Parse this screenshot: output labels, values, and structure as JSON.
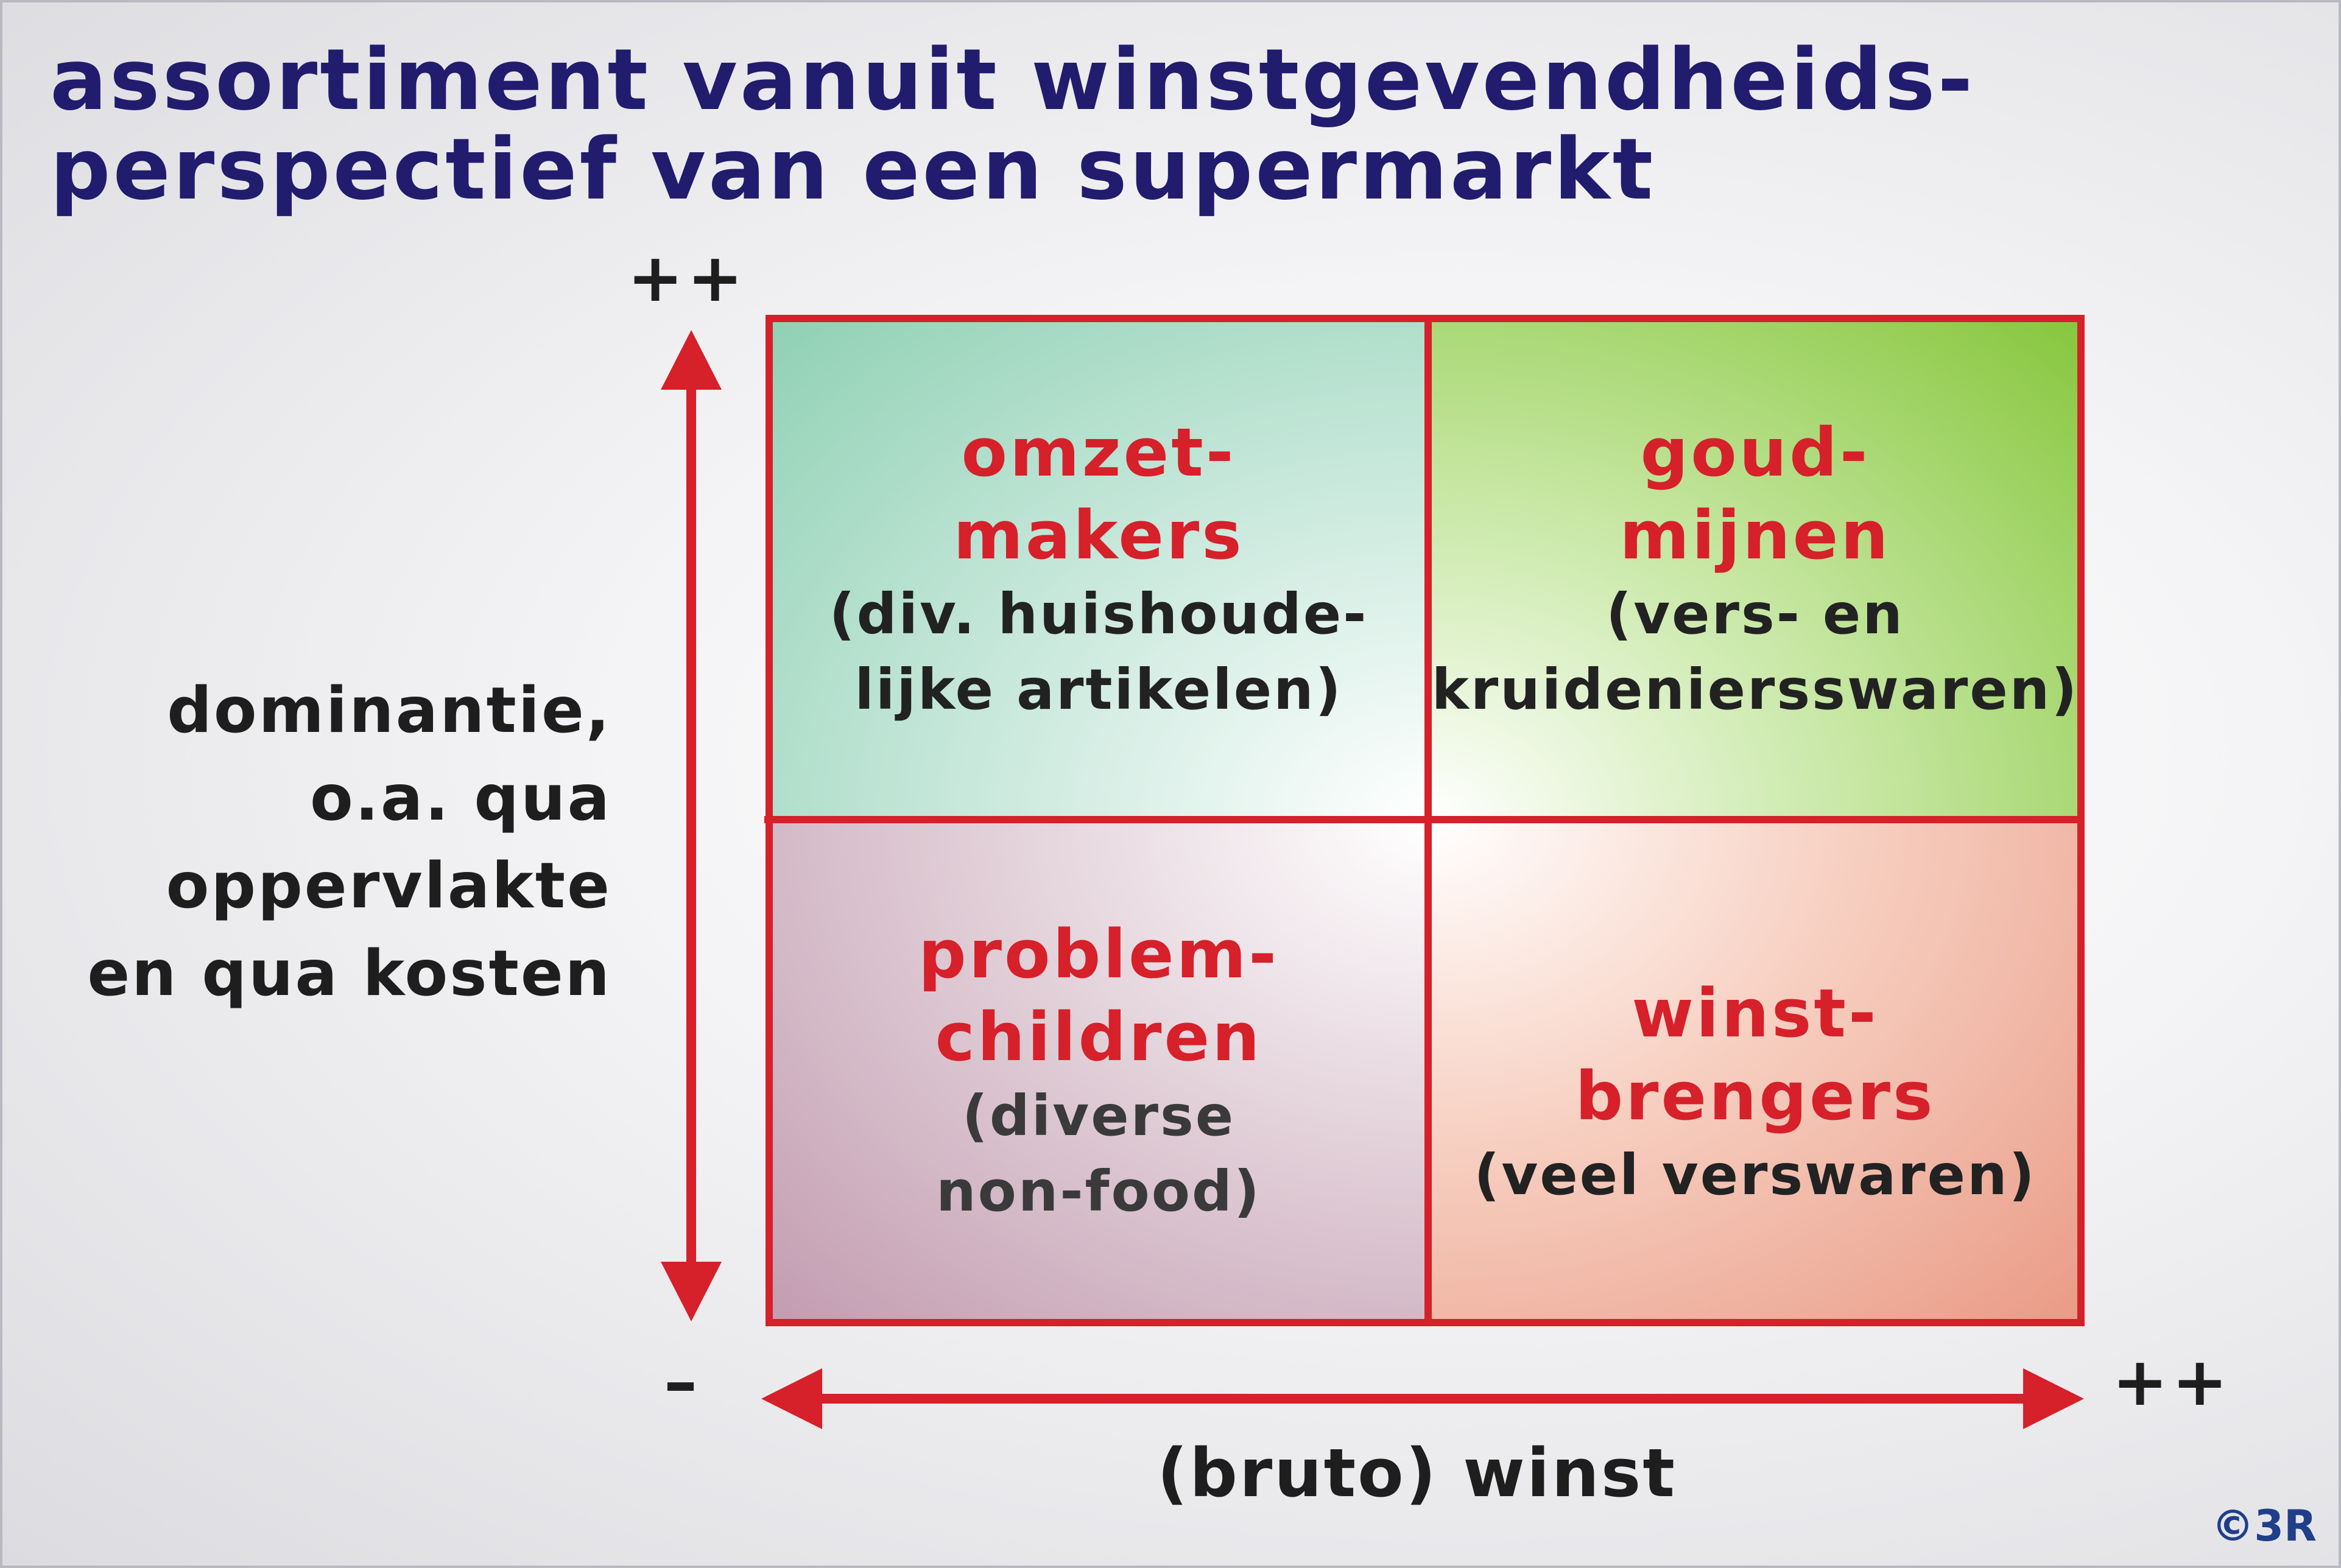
{
  "title": {
    "line1": "assortiment vanuit winstgevendheids-",
    "line2": "perspectief van een supermarkt"
  },
  "y_axis": {
    "label_lines": [
      "dominantie,",
      "o.a. qua",
      "oppervlakte",
      "en qua kosten"
    ],
    "top_marker": "++"
  },
  "x_axis": {
    "label": "(bruto) winst",
    "min_marker": "–",
    "max_marker": "++"
  },
  "quadrants": {
    "top_left": {
      "name": [
        "omzet-",
        "makers"
      ],
      "sub": [
        "(div. huishoude-",
        "lijke artikelen)"
      ]
    },
    "top_right": {
      "name": [
        "goud-",
        "mijnen"
      ],
      "sub": [
        "(vers- en",
        "kruideniersswaren)"
      ]
    },
    "bottom_left": {
      "name": [
        "problem-",
        "children"
      ],
      "sub": [
        "(diverse",
        "non-food)"
      ]
    },
    "bottom_right": {
      "name": [
        "winst-",
        "brengers"
      ],
      "sub": [
        "(veel verswaren)"
      ]
    }
  },
  "copyright": "©3R",
  "colors": {
    "title": "#221c6e",
    "accent_red": "#d6202a",
    "text_dark": "#1e1e1e"
  }
}
